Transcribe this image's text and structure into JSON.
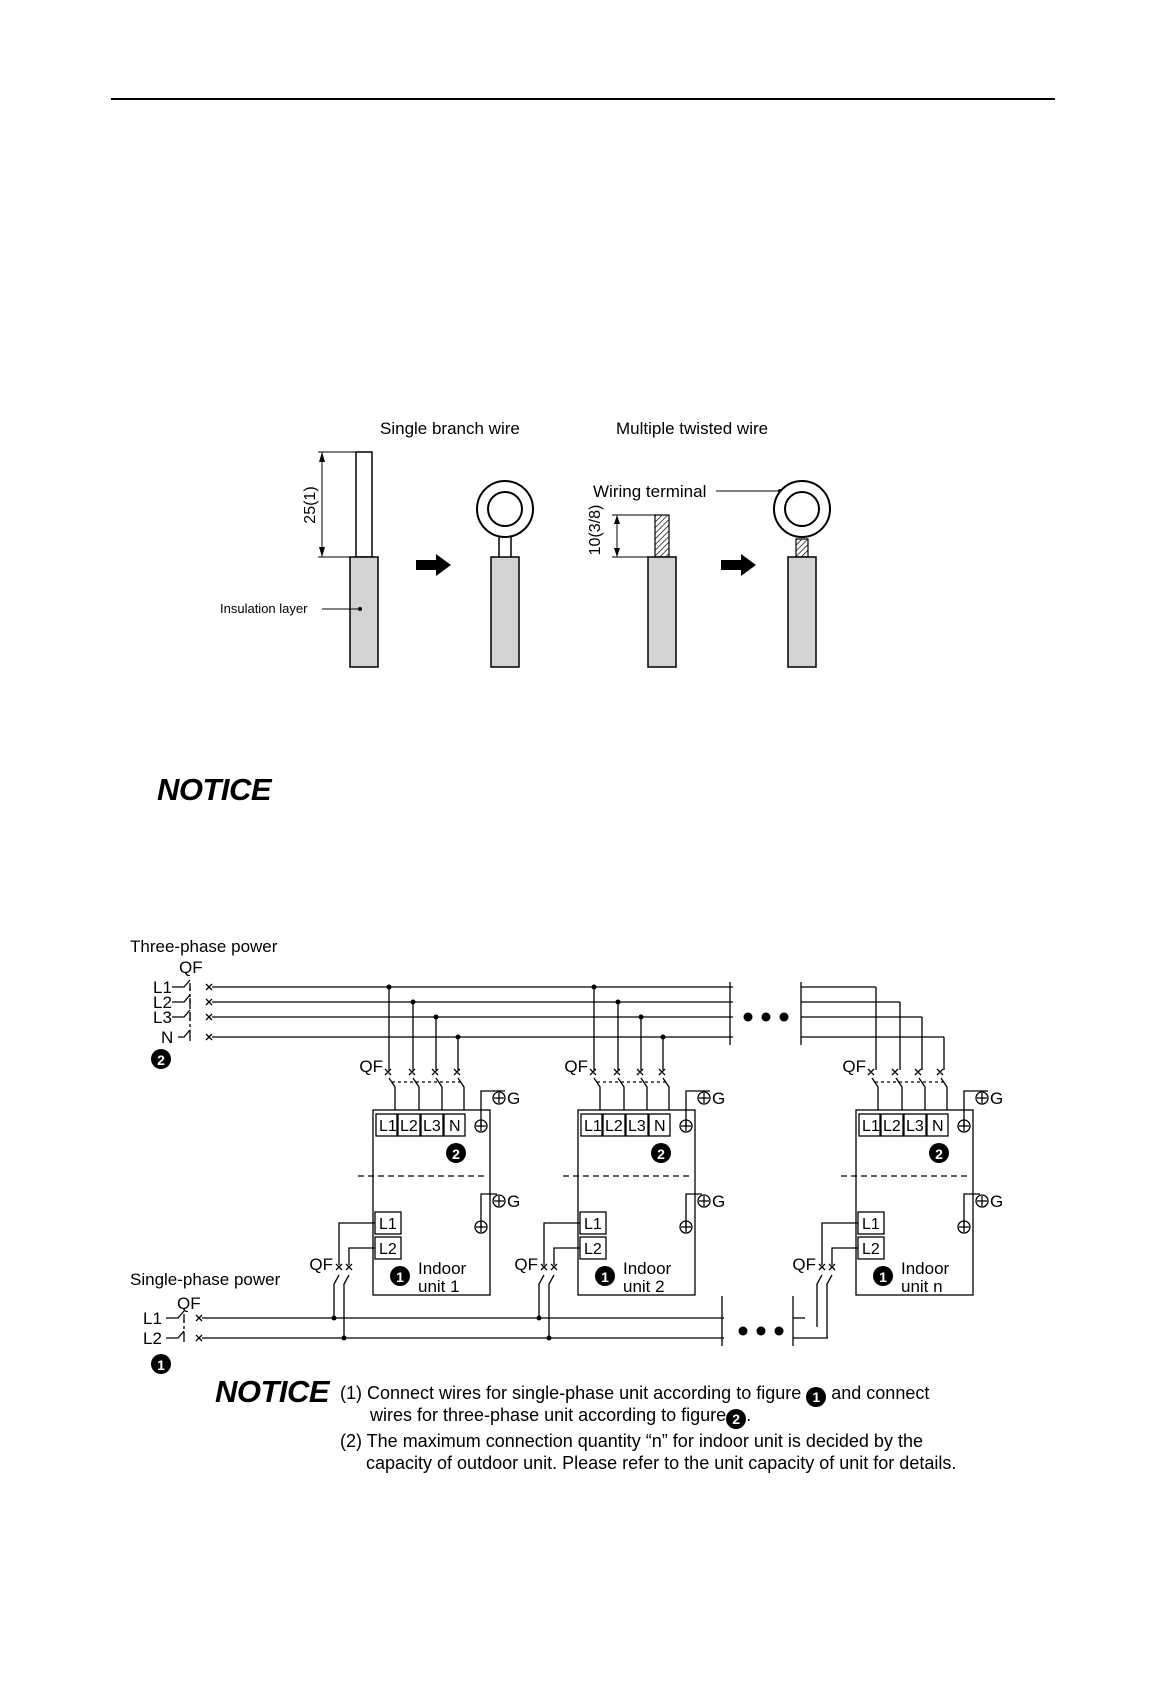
{
  "top_figure": {
    "single_branch_wire": "Single branch wire",
    "multiple_twisted_wire": "Multiple twisted wire",
    "dim_single": "25(1)",
    "dim_twisted": "10(3/8)",
    "insulation_layer": "Insulation layer",
    "wiring_terminal": "Wiring terminal"
  },
  "notice_heading": "NOTICE",
  "wiring": {
    "three_phase_power": "Three-phase power",
    "single_phase_power": "Single-phase power",
    "qf": "QF",
    "l1": "L1",
    "l2": "L2",
    "l3": "L3",
    "n": "N",
    "g": "G",
    "indoor": "Indoor",
    "unit_1": "unit 1",
    "unit_2": "unit 2",
    "unit_n": "unit n",
    "figure_1": "1",
    "figure_2": "2"
  },
  "notes": {
    "label": "NOTICE",
    "note1_a": "(1) Connect wires for single-phase unit according to figure",
    "note1_b": "and connect",
    "note1_c": "wires for three-phase unit according to figure",
    "note1_d": ".",
    "note2_a": "(2) The maximum connection quantity “n” for indoor unit is decided  by the",
    "note2_b": "capacity of outdoor unit. Please refer to the unit capacity of unit for details."
  },
  "colors": {
    "wire_fill": "#d3d3d3",
    "ink": "#000000"
  }
}
